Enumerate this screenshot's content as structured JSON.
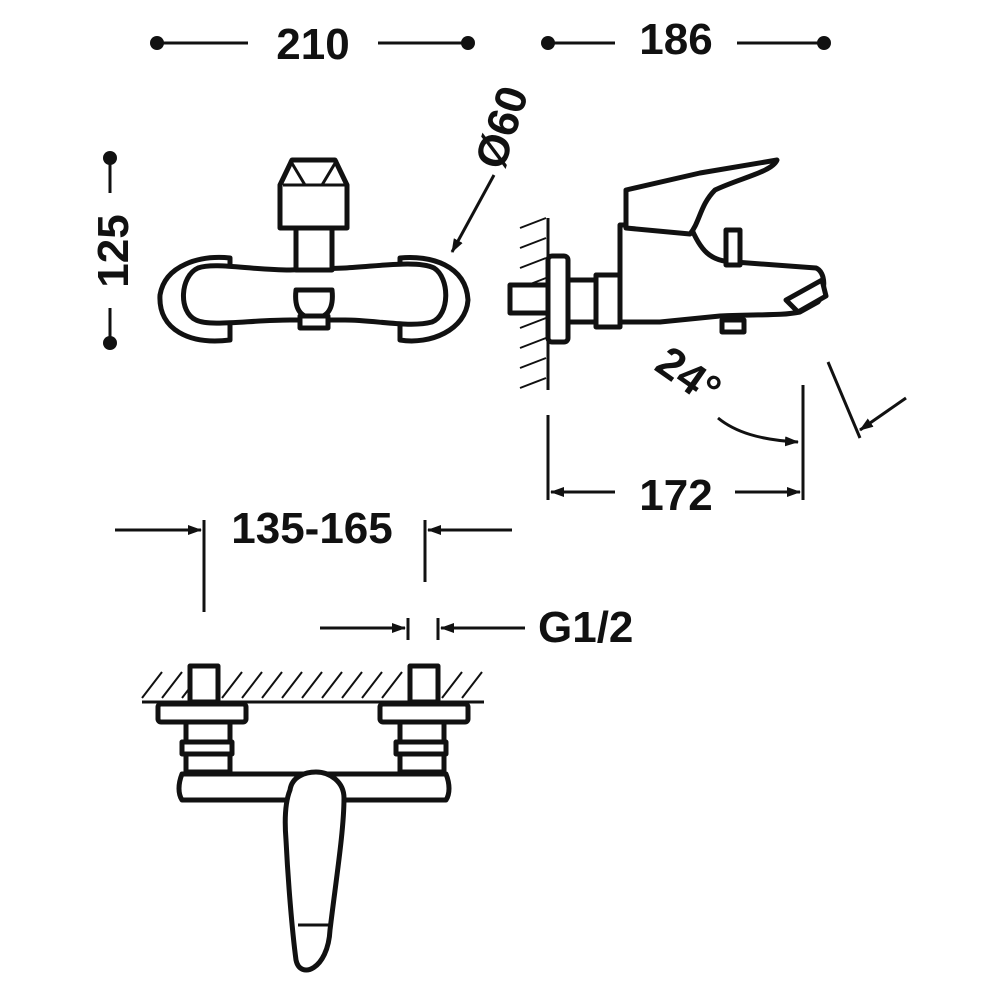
{
  "colors": {
    "line": "#111111",
    "background": "#ffffff"
  },
  "dimensions": {
    "front_width": "210",
    "side_depth": "186",
    "height": "125",
    "diameter": "Ø60",
    "angle": "24°",
    "spout_reach": "172",
    "center_distance": "135-165",
    "thread": "G1/2"
  }
}
